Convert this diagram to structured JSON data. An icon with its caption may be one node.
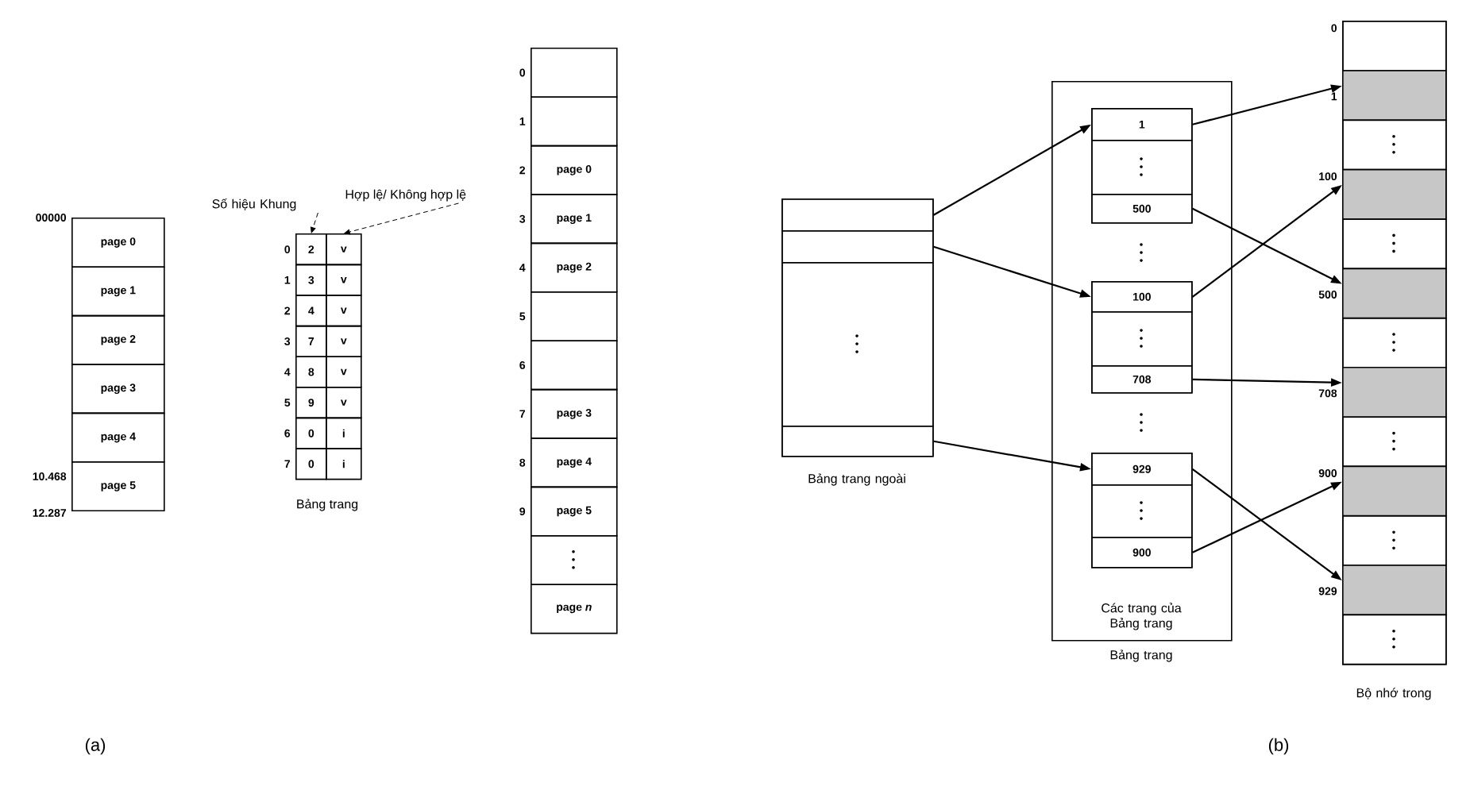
{
  "diagram": {
    "nodes": [
      {
        "text": [
          "page 0"
        ]
      },
      {
        "text": [
          "page 1"
        ]
      },
      {
        "text": [
          "page 2"
        ]
      },
      {
        "text": [
          "page 3"
        ]
      },
      {
        "text": [
          "page 4"
        ]
      },
      {
        "text": [
          "page 5"
        ]
      },
      {
        "text": [
          "Số hiệu Khung"
        ]
      },
      {
        "text": [
          "Hợp lệ/ Không hợp lệ"
        ]
      },
      {
        "text": [
          "2"
        ],
        "beside": [
          "0"
        ]
      },
      {
        "text": [
          "v"
        ]
      },
      {
        "text": [
          "3"
        ],
        "beside": [
          "1"
        ]
      },
      {
        "text": [
          "v"
        ]
      },
      {
        "text": [
          "4"
        ],
        "beside": [
          "2"
        ]
      },
      {
        "text": [
          "v"
        ]
      },
      {
        "text": [
          "7"
        ],
        "beside": [
          "3"
        ]
      },
      {
        "text": [
          "v"
        ]
      },
      {
        "text": [
          "8"
        ],
        "beside": [
          "4"
        ]
      },
      {
        "text": [
          "v"
        ]
      },
      {
        "text": [
          "9"
        ],
        "beside": [
          "5"
        ]
      },
      {
        "text": [
          "v"
        ]
      },
      {
        "text": [
          "0"
        ],
        "beside": [
          "6"
        ]
      },
      {
        "text": [
          "i"
        ]
      },
      {
        "text": [
          "0"
        ],
        "beside": [
          "7"
        ]
      },
      {
        "text": [
          "i"
        ]
      },
      {
        "text": [],
        "shape": "box",
        "beside": [
          "0"
        ]
      },
      {
        "text": [],
        "shape": "box",
        "beside": [
          "1"
        ]
      },
      {
        "text": [
          "page 0"
        ],
        "beside": [
          "2"
        ]
      },
      {
        "text": [
          "page 1"
        ],
        "beside": [
          "3"
        ]
      },
      {
        "text": [
          "page 2"
        ],
        "beside": [
          "4"
        ]
      },
      {
        "text": [],
        "shape": "box",
        "beside": [
          "5"
        ]
      },
      {
        "text": [],
        "shape": "box",
        "beside": [
          "6"
        ]
      },
      {
        "text": [
          "page 3"
        ],
        "beside": [
          "7"
        ]
      },
      {
        "text": [
          "page 4"
        ],
        "beside": [
          "8"
        ]
      },
      {
        "text": [
          "page 5"
        ],
        "beside": [
          "9"
        ]
      },
      {
        "text": [],
        "shape": "box"
      },
      {
        "text": [
          "page *n*"
        ]
      },
      {
        "text": [
          "Bảng trang ngoài"
        ]
      },
      {
        "text": [],
        "shape": "box",
        "in": 36
      },
      {
        "text": [],
        "shape": "box",
        "in": 36
      },
      {
        "text": [],
        "shape": "box",
        "in": 36
      },
      {
        "text": [],
        "shape": "box",
        "in": 36
      },
      {
        "text": [
          "Các trang của Bảng trang",
          "Bảng trang"
        ]
      },
      {
        "text": [],
        "shape": "box",
        "in": 41
      },
      {
        "text": [
          "1"
        ],
        "in": 42
      },
      {
        "text": [],
        "shape": "box",
        "in": 42
      },
      {
        "text": [
          "500"
        ],
        "in": 42
      },
      {
        "text": [],
        "shape": "box",
        "in": 41
      },
      {
        "text": [
          "100"
        ],
        "in": 46
      },
      {
        "text": [],
        "shape": "box",
        "in": 46
      },
      {
        "text": [
          "708"
        ],
        "in": 46
      },
      {
        "text": [],
        "shape": "box",
        "in": 41
      },
      {
        "text": [
          "929"
        ],
        "in": 50
      },
      {
        "text": [],
        "shape": "box",
        "in": 50
      },
      {
        "text": [
          "900"
        ],
        "in": 50
      },
      {
        "text": [
          "Bộ nhớ trong"
        ]
      },
      {
        "text": [],
        "shape": "box",
        "in": 54,
        "beside": [
          "0"
        ]
      },
      {
        "text": [],
        "shape": "box",
        "in": 54,
        "beside": [
          "1"
        ]
      },
      {
        "text": [],
        "shape": "box",
        "in": 54
      },
      {
        "text": [],
        "shape": "box",
        "in": 54,
        "beside": [
          "100"
        ]
      },
      {
        "text": [],
        "shape": "box",
        "in": 54
      },
      {
        "text": [],
        "shape": "box",
        "in": 54,
        "beside": [
          "500"
        ]
      },
      {
        "text": [],
        "shape": "box",
        "in": 54
      },
      {
        "text": [],
        "shape": "box",
        "in": 54,
        "beside": [
          "708"
        ]
      },
      {
        "text": [],
        "shape": "box",
        "in": 54
      },
      {
        "text": [],
        "shape": "box",
        "in": 54,
        "beside": [
          "900"
        ]
      },
      {
        "text": [],
        "shape": "box",
        "in": 54
      },
      {
        "text": [],
        "shape": "box",
        "in": 54,
        "beside": [
          "929"
        ]
      },
      {
        "text": [],
        "shape": "box",
        "in": 54
      }
    ],
    "edges": [
      {
        "from": 6,
        "to": 8,
        "arrow": "to",
        "style": "dashed"
      },
      {
        "from": 7,
        "to": 9,
        "arrow": "to",
        "style": "dashed"
      },
      {
        "from": 37,
        "to": 43,
        "arrow": "to"
      },
      {
        "from": 38,
        "to": 47,
        "arrow": "to"
      },
      {
        "from": 40,
        "to": 51,
        "arrow": "to"
      },
      {
        "from": 43,
        "to": 56,
        "arrow": "to"
      },
      {
        "from": 45,
        "to": 60,
        "arrow": "to"
      },
      {
        "from": 47,
        "to": 58,
        "arrow": "to"
      },
      {
        "from": 49,
        "to": 62,
        "arrow": "to"
      },
      {
        "from": 51,
        "to": 66,
        "arrow": "to"
      },
      {
        "from": 53,
        "to": 64,
        "arrow": "to"
      }
    ],
    "labels": [
      "00000",
      "10.468",
      "12.287",
      "Bảng trang",
      "(a)",
      "(b)"
    ]
  }
}
